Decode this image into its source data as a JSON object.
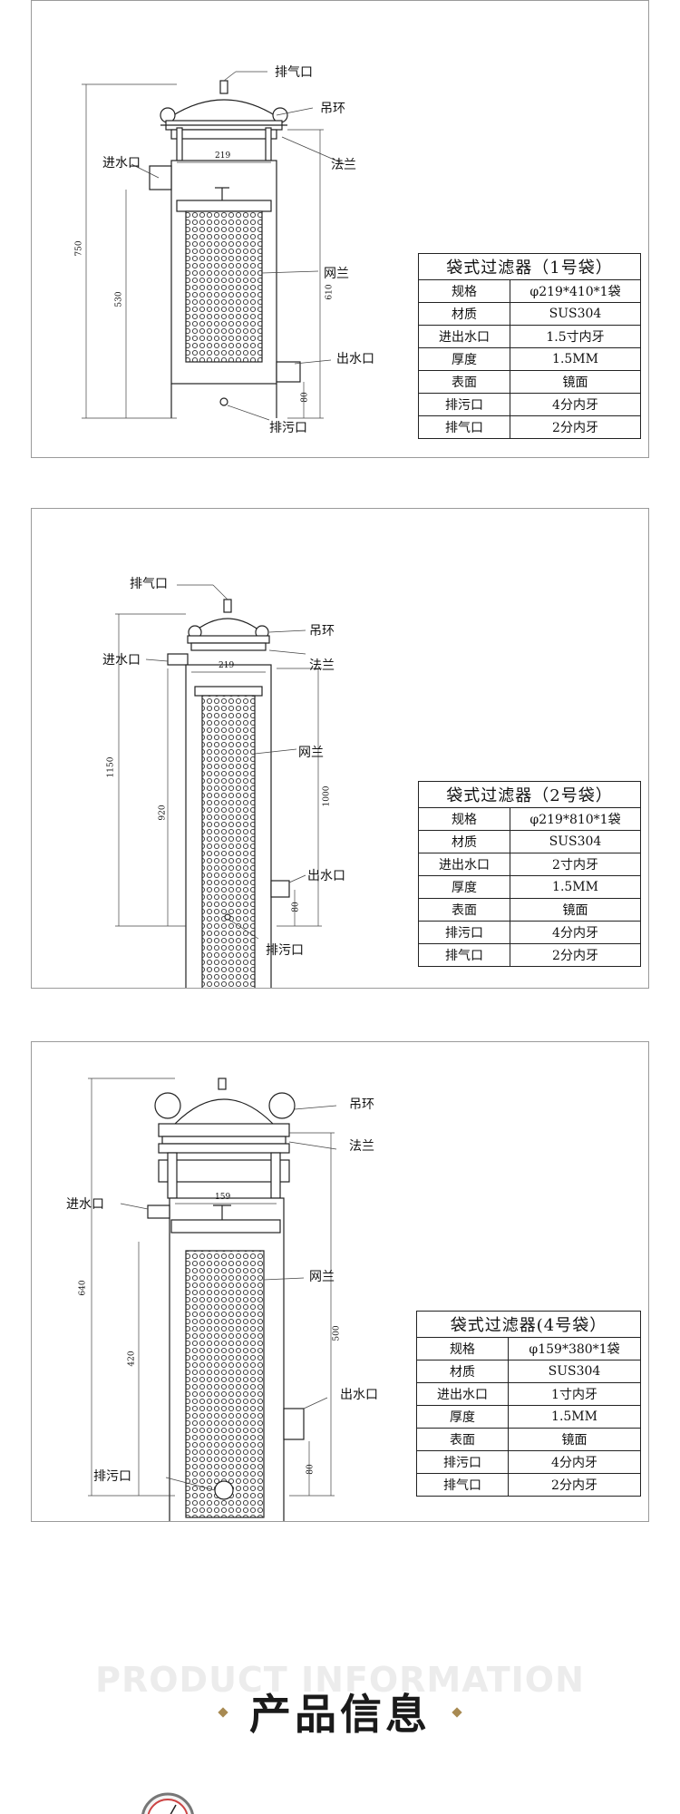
{
  "panel1": {
    "labels": {
      "vent": "排气口",
      "lift_ring": "吊环",
      "inlet": "进水口",
      "flange": "法兰",
      "mesh": "网兰",
      "outlet": "出水口",
      "drain": "排污口"
    },
    "dims": {
      "width": "219",
      "total_height": "750",
      "body_height": "530",
      "right_height": "610",
      "outlet_height": "80"
    },
    "table": {
      "title": "袋式过滤器（1号袋）",
      "rows": [
        {
          "k": "规格",
          "v": "φ219*410*1袋"
        },
        {
          "k": "材质",
          "v": "SUS304"
        },
        {
          "k": "进出水口",
          "v": "1.5寸内牙"
        },
        {
          "k": "厚度",
          "v": "1.5MM"
        },
        {
          "k": "表面",
          "v": "镜面"
        },
        {
          "k": "排污口",
          "v": "4分内牙"
        },
        {
          "k": "排气口",
          "v": "2分内牙"
        }
      ]
    }
  },
  "panel2": {
    "labels": {
      "vent": "排气口",
      "lift_ring": "吊环",
      "inlet": "进水口",
      "flange": "法兰",
      "mesh": "网兰",
      "outlet": "出水口",
      "drain": "排污口"
    },
    "dims": {
      "width": "219",
      "total_height": "1150",
      "body_height": "920",
      "right_height": "1000",
      "outlet_height": "80"
    },
    "table": {
      "title": "袋式过滤器（2号袋）",
      "rows": [
        {
          "k": "规格",
          "v": "φ219*810*1袋"
        },
        {
          "k": "材质",
          "v": "SUS304"
        },
        {
          "k": "进出水口",
          "v": "2寸内牙"
        },
        {
          "k": "厚度",
          "v": "1.5MM"
        },
        {
          "k": "表面",
          "v": "镜面"
        },
        {
          "k": "排污口",
          "v": "4分内牙"
        },
        {
          "k": "排气口",
          "v": "2分内牙"
        }
      ]
    }
  },
  "panel3": {
    "labels": {
      "lift_ring": "吊环",
      "flange": "法兰",
      "inlet": "进水口",
      "mesh": "网兰",
      "outlet": "出水口",
      "drain": "排污口"
    },
    "dims": {
      "width": "159",
      "total_height": "640",
      "body_height": "420",
      "right_height": "500",
      "outlet_height": "80"
    },
    "table": {
      "title": "袋式过滤器(4号袋）",
      "rows": [
        {
          "k": "规格",
          "v": "φ159*380*1袋"
        },
        {
          "k": "材质",
          "v": "SUS304"
        },
        {
          "k": "进出水口",
          "v": "1寸内牙"
        },
        {
          "k": "厚度",
          "v": "1.5MM"
        },
        {
          "k": "表面",
          "v": "镜面"
        },
        {
          "k": "排污口",
          "v": "4分内牙"
        },
        {
          "k": "排气口",
          "v": "2分内牙"
        }
      ]
    }
  },
  "product_info": {
    "en": "PRODUCT INFORMATION",
    "cn": "产品信息"
  },
  "colors": {
    "accent": "#a88a52",
    "line": "#222222",
    "watermark": "#ececec"
  }
}
